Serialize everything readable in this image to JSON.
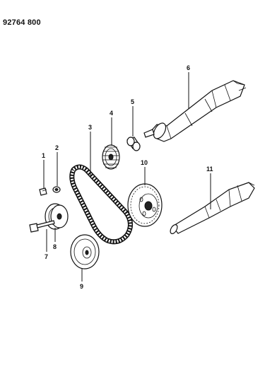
{
  "diagram": {
    "part_number": "92764 800",
    "callouts": {
      "c1": "1",
      "c2": "2",
      "c3": "3",
      "c4": "4",
      "c5": "5",
      "c6": "6",
      "c7": "7",
      "c8": "8",
      "c9": "9",
      "c10": "10",
      "c11": "11"
    }
  }
}
